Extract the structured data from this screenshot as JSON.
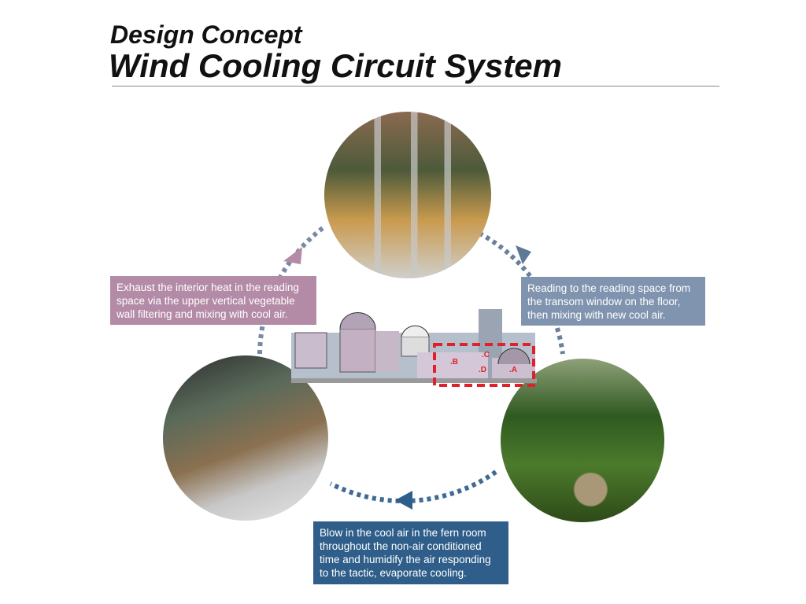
{
  "header": {
    "subtitle": "Design Concept",
    "title": "Wind Cooling Circuit System"
  },
  "notes": {
    "exhaust": "Exhaust the interior heat in the reading space via the upper vertical vegetable wall filtering and mixing with cool air.",
    "reading": "Reading to the reading space from the transom window on the floor, then mixing with new cool air.",
    "blow": "Blow in the cool air in the fern room throughout the non-air conditioned time and humidify the air responding to the tactic,  evaporate cooling."
  },
  "section_labels": {
    "a": ".A",
    "b": ".B",
    "c": ".C",
    "d": ".D"
  },
  "colors": {
    "exhaust": "#b48ba6",
    "reading": "#8094af",
    "blow": "#2e5e89",
    "highlight": "#e0202a"
  }
}
